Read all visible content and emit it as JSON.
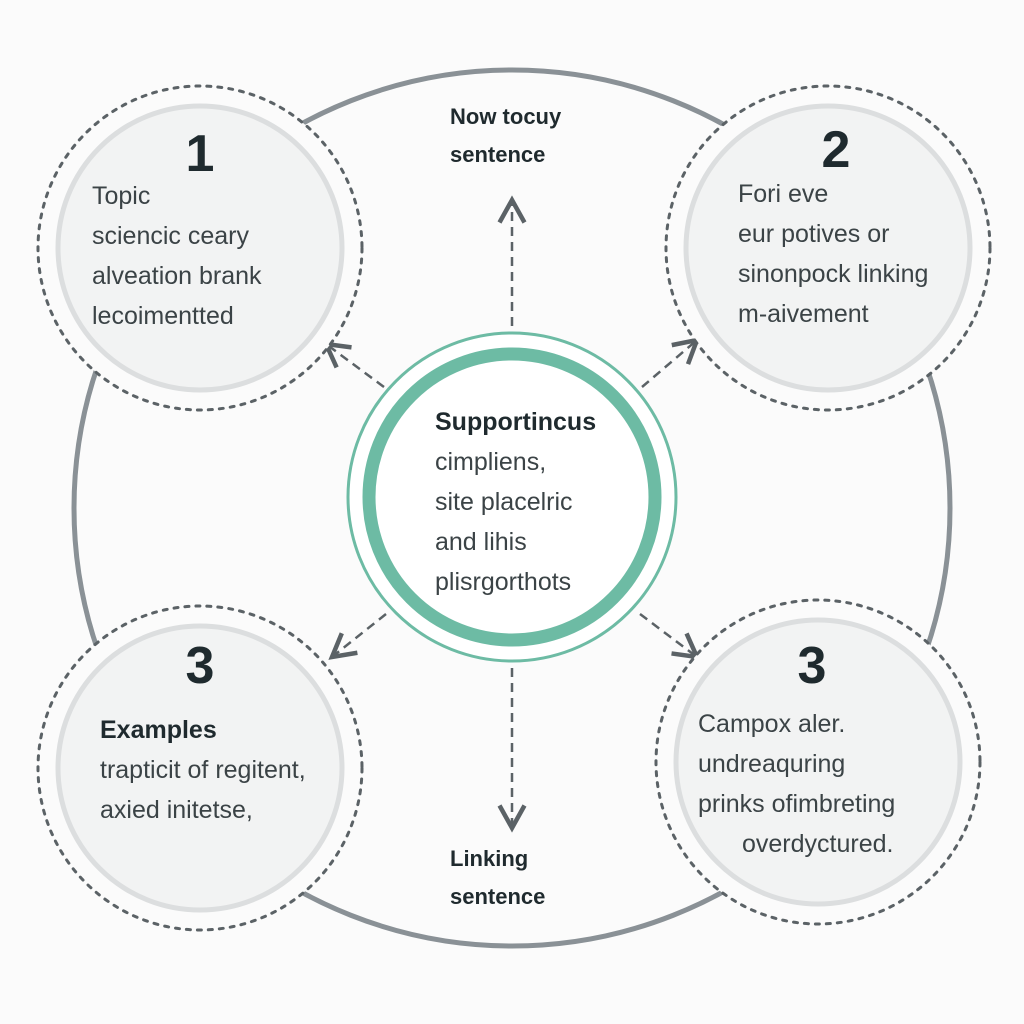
{
  "top_caption": {
    "line1": "Now tocuy",
    "line2": "sentence"
  },
  "bottom_caption": {
    "line1": "Linking",
    "line2": "sentence"
  },
  "center": {
    "heading": "Supportincus",
    "lines": [
      "cimpliens,",
      "site placelric",
      "and lihis",
      "plisrgorthots"
    ]
  },
  "nodes": [
    {
      "number": "1",
      "heading": "",
      "lines": [
        "Topic",
        "sciencic ceary",
        "alveation brank",
        "lecoimentted"
      ]
    },
    {
      "number": "2",
      "heading": "",
      "lines": [
        "Fori eve",
        "eur potives or",
        "sinonpock linking",
        "m-aivement"
      ]
    },
    {
      "number": "3",
      "heading": "Examples",
      "lines": [
        "trapticit of regitent,",
        "axied initetse,"
      ]
    },
    {
      "number": "3",
      "heading": "",
      "lines": [
        "Campox aler.",
        "undreaquring",
        "prinks ofimbreting",
        "overdyctured."
      ]
    }
  ],
  "colors": {
    "accent_teal": "#6dbba4",
    "outer_ring": "#8a9196",
    "dashed": "#5b6266",
    "node_fill": "#f2f3f3",
    "node_ring": "#dcdedf"
  }
}
